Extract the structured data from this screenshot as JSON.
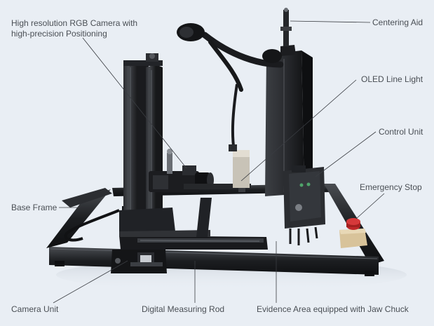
{
  "labels": {
    "camera_positioning": "High resolution RGB Camera with high-precision Positioning",
    "centering_aid": "Centering Aid",
    "oled_line_light": "OLED Line Light",
    "control_unit": "Control Unit",
    "emergency_stop": "Emergency Stop",
    "base_frame": "Base Frame",
    "camera_unit": "Camera Unit",
    "digital_measuring_rod": "Digital Measuring Rod",
    "evidence_area": "Evidence Area equipped with Jaw Chuck"
  },
  "colors": {
    "background": "#e9eef4",
    "frame": "#1e2023",
    "leader_line": "#3a3d42",
    "stop_button": "#c0282a",
    "stop_base": "#d8c39a"
  }
}
